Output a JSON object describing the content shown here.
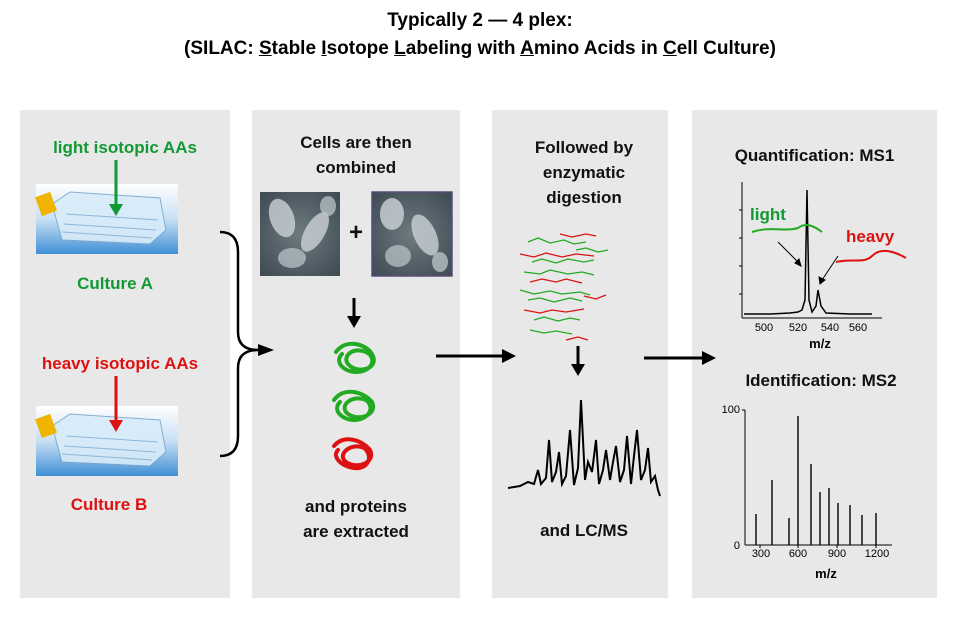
{
  "title": {
    "line1": "Typically 2 — 4 plex:",
    "line2_pre": "(SILAC: ",
    "S": "S",
    "s_rest": "table ",
    "I": "I",
    "i_rest": "sotope ",
    "L": "L",
    "l_rest": "abeling with ",
    "A": "A",
    "a_rest": "mino Acids in ",
    "C": "C",
    "c_rest": "ell Culture)"
  },
  "panel1": {
    "light_label": "light isotopic AAs",
    "culture_a": "Culture A",
    "heavy_label": "heavy isotopic AAs",
    "culture_b": "Culture B"
  },
  "panel2": {
    "combined_line1": "Cells are then",
    "combined_line2": "combined",
    "plus": "+",
    "extracted_line1": "and proteins",
    "extracted_line2": "are extracted"
  },
  "panel3": {
    "line1": "Followed by",
    "line2": "enzymatic",
    "line3": "digestion",
    "lcms": "and LC/MS"
  },
  "panel4": {
    "ms1_title": "Quantification: MS1",
    "light": "light",
    "heavy": "heavy",
    "ms1_ticks": [
      "500",
      "520",
      "540",
      "560"
    ],
    "ms1_xlabel": "m/z",
    "ms2_title": "Identification: MS2",
    "ms2_y_top": "100",
    "ms2_y_bottom": "0",
    "ms2_ticks": [
      "300",
      "600",
      "900",
      "1200"
    ],
    "ms2_xlabel": "m/z"
  },
  "colors": {
    "green": "#119933",
    "red": "#dd1111",
    "panel": "#e8e8e8"
  }
}
